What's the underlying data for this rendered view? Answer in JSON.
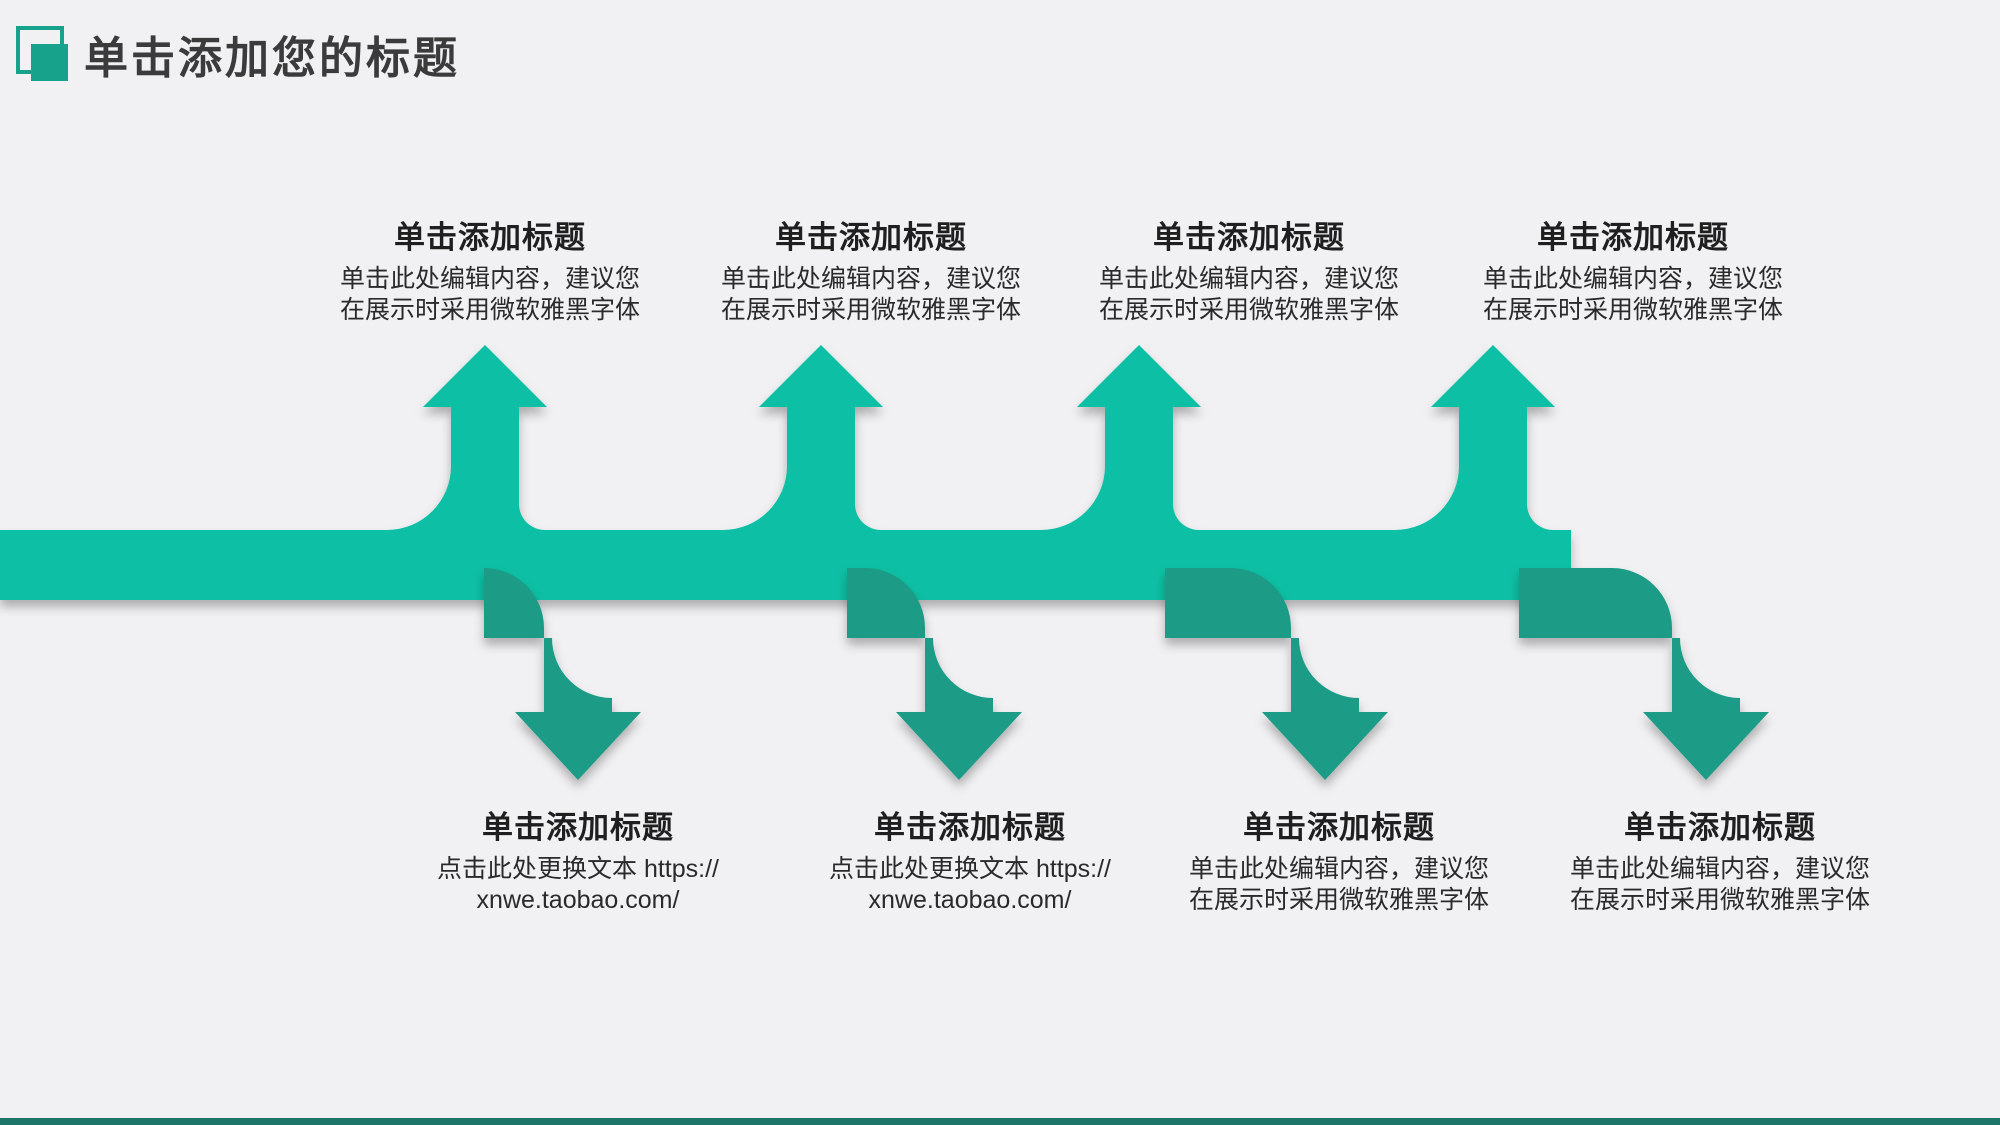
{
  "slide": {
    "title": "单击添加您的标题"
  },
  "colors": {
    "background": "#f1f1f3",
    "ribbon_light": "#0cbfa4",
    "ribbon_dark": "#1b9c87",
    "accent_square": "#17a28b",
    "bottom_bar": "#1d7569",
    "title_text": "#3b3b3b"
  },
  "items_top": [
    {
      "title": "单击添加标题",
      "line1": "单击此处编辑内容，建议您",
      "line2": "在展示时采用微软雅黑字体"
    },
    {
      "title": "单击添加标题",
      "line1": "单击此处编辑内容，建议您",
      "line2": "在展示时采用微软雅黑字体"
    },
    {
      "title": "单击添加标题",
      "line1": "单击此处编辑内容，建议您",
      "line2": "在展示时采用微软雅黑字体"
    },
    {
      "title": "单击添加标题",
      "line1": "单击此处编辑内容，建议您",
      "line2": "在展示时采用微软雅黑字体"
    }
  ],
  "items_bottom": [
    {
      "title": "单击添加标题",
      "line1": "点击此处更换文本 https://",
      "line2": "xnwe.taobao.com/"
    },
    {
      "title": "单击添加标题",
      "line1": "点击此处更换文本 https://",
      "line2": "xnwe.taobao.com/"
    },
    {
      "title": "单击添加标题",
      "line1": "单击此处编辑内容，建议您",
      "line2": "在展示时采用微软雅黑字体"
    },
    {
      "title": "单击添加标题",
      "line1": "单击此处编辑内容，建议您",
      "line2": "在展示时采用微软雅黑字体"
    }
  ]
}
